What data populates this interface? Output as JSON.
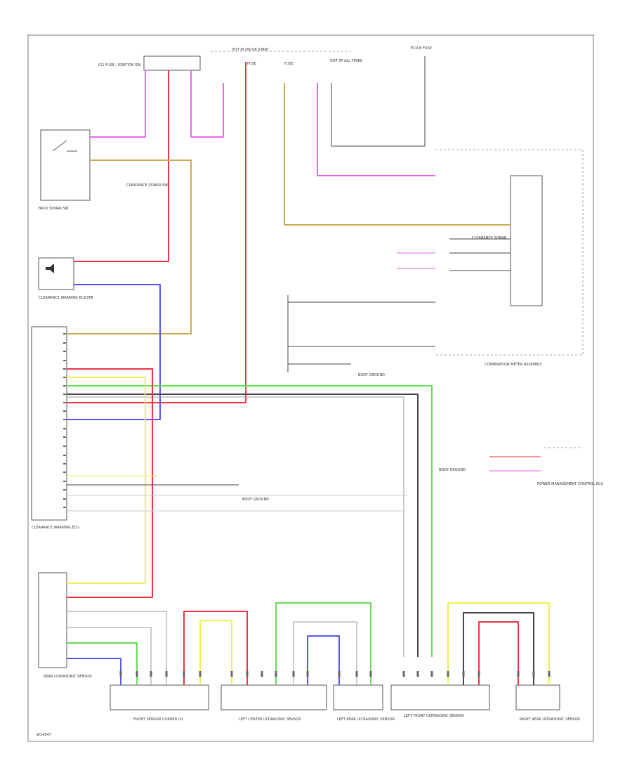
{
  "colors": {
    "pink": "#ee66ee",
    "red": "#ee3344",
    "tan": "#ccaa55",
    "blue": "#5555ee",
    "green": "#66dd55",
    "yellow": "#eeee55",
    "black": "#444444",
    "gray": "#999999",
    "pale": "#cccccc"
  },
  "labels": {
    "top_bus": "HOT IN ON OR START",
    "top_switch": "IG1 FUSE / IGNITION SW",
    "fuse_a": "FUSE",
    "fuse_b": "FUSE",
    "fuse_c": "HOT AT ALL TIMES",
    "fuse_d": "ECU-B FUSE",
    "sonar_switch": "BACK SONAR SW",
    "sonar_switch_note": "CLEARANCE SONAR SW",
    "buzzer": "CLEARANCE WARNING BUZZER",
    "ecu": "CLEARANCE WARNING ECU",
    "combination_meter": "COMBINATION METER ASSEMBLY",
    "meter_sub": "CLEARANCE SONAR",
    "ground_1": "BODY GROUND",
    "ground_2": "BODY GROUND",
    "ground_3": "BODY GROUND",
    "power_mgmt": "POWER MANAGEMENT CONTROL ECU",
    "sensor_1": "FRONT SENSOR CORNER LH",
    "sensor_2": "LEFT CENTER ULTRASONIC SENSOR",
    "sensor_3": "LEFT REAR ULTRASONIC SENSOR",
    "sensor_4": "LEFT FRONT ULTRASONIC SENSOR",
    "sensor_5": "RIGHT REAR ULTRASONIC SENSOR",
    "rear_sensor_ecu": "REAR ULTRASONIC SENSOR",
    "footer": "W14547"
  }
}
